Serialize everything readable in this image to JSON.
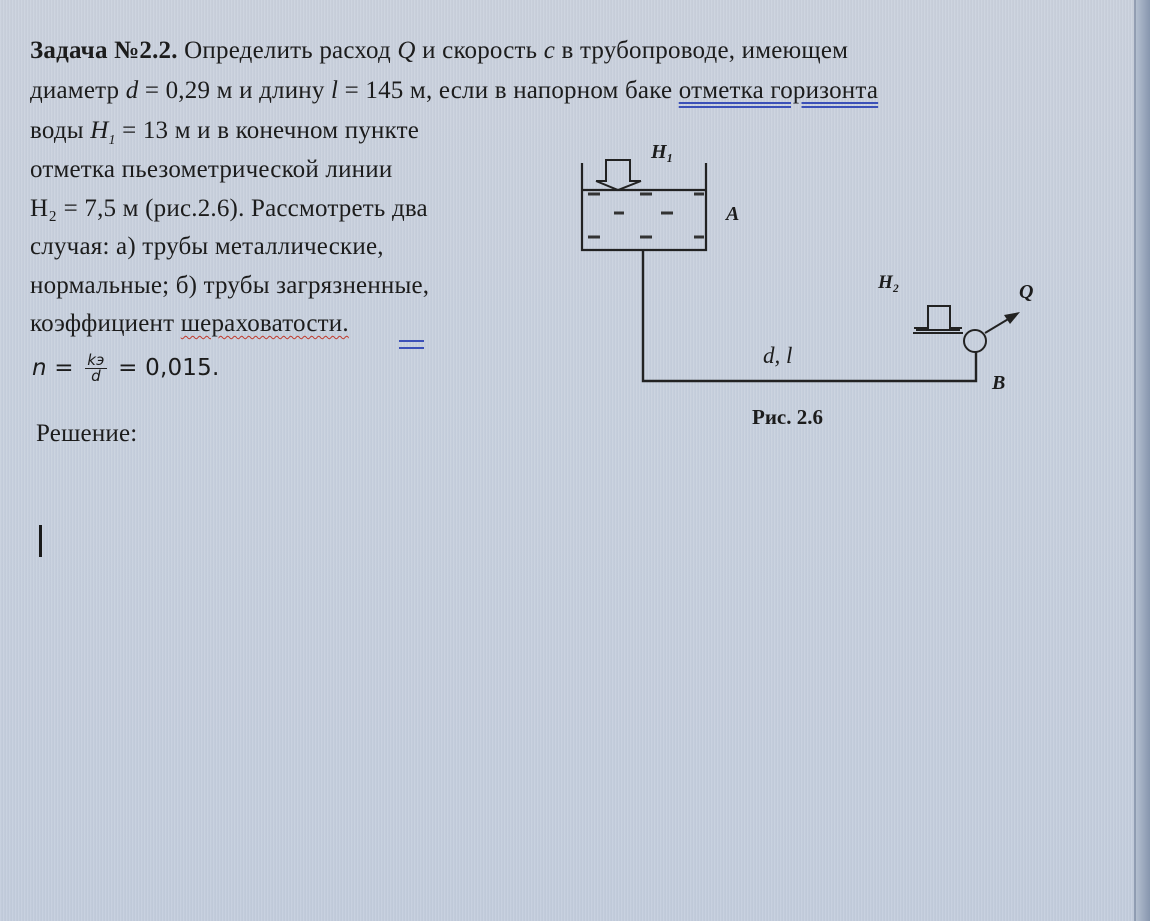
{
  "document": {
    "task_label": "Задача №2.2.",
    "line1_rest": "Определить расход",
    "Q_symbol": "Q",
    "and": "и",
    "speed_word": "скорость",
    "c_symbol": "c",
    "line1_tail": "в трубопроводе, имеющем",
    "line2_a": "диаметр",
    "d_symbol": "d",
    "d_value": "= 0,29 м и длину",
    "l_symbol": "l",
    "l_value": "= 145 м, если в напорном  баке",
    "line2_underlined": "отметка  горизонта",
    "line3_a": "воды",
    "H1_symbol": "H",
    "H1_sub": "1",
    "line3_b": "= 13 м и в конечном пункте",
    "line4": "отметка пьезометрической линии",
    "line5": "H₂ = 7,5 м (рис.2.6). Рассмотреть два",
    "line6": "случая: а) трубы металлические,",
    "line7": "нормальные; б) трубы загрязненные,",
    "line8_a": "коэффициент",
    "line8_underlined": "шераховатости.",
    "formula": {
      "lhs": "n =",
      "num": "kэ",
      "den": "d",
      "rhs": "= 0,015."
    },
    "solution_label": "Решение:"
  },
  "figure": {
    "caption": "Рис. 2.6",
    "labels": {
      "H1": "H₁",
      "A": "A",
      "H2": "H₂",
      "Q": "Q",
      "dl": "d, l",
      "B": "B"
    }
  }
}
